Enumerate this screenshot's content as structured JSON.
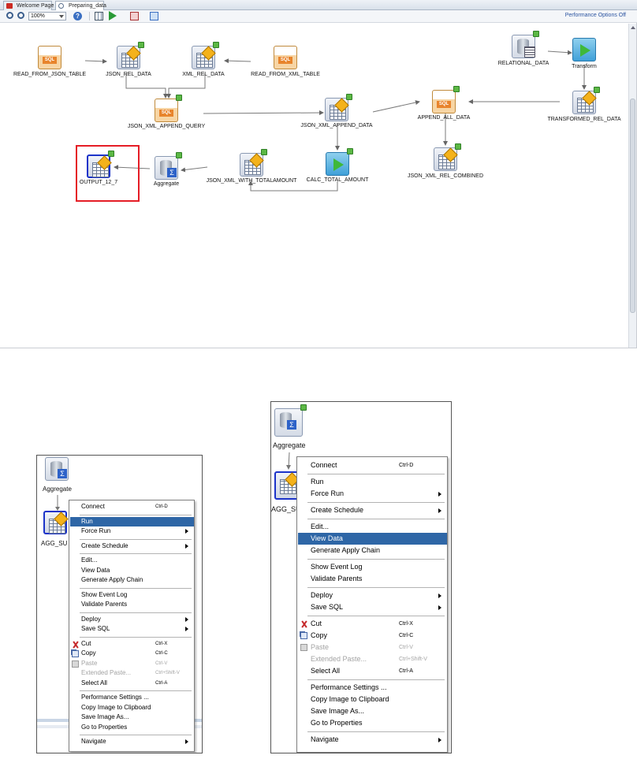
{
  "tabs": [
    {
      "label": "Welcome Page",
      "active": false
    },
    {
      "label": "Preparing_data",
      "active": true
    }
  ],
  "toolbar": {
    "zoom": "100%",
    "performance_link": "Performance Options Off",
    "help_glyph": "?"
  },
  "nodes": {
    "read_from_json_table": "READ_FROM_JSON_TABLE",
    "json_rel_data": "JSON_REL_DATA",
    "xml_rel_data": "XML_REL_DATA",
    "read_from_xml_table": "READ_FROM_XML_TABLE",
    "relational_data": "RELATIONAL_DATA",
    "transform": "Transform",
    "json_xml_append_query": "JSON_XML_APPEND_QUERY",
    "json_xml_append_data": "JSON_XML_APPEND_DATA",
    "append_all_data": "APPEND_ALL_DATA",
    "transformed_rel_data": "TRANSFORMED_REL_DATA",
    "output_12_7": "OUTPUT_12_7",
    "aggregate": "Aggregate",
    "json_xml_with_totalamount": "JSON_XML_WITH_TOTALAMOUNT",
    "calc_total_amount": "CALC_TOTAL_AMOUNT",
    "json_xml_rel_combined": "JSON_XML_REL_COMBINED"
  },
  "zoom_panels": {
    "aggregate_label": "Aggregate",
    "agg_node_label_left": "AGG_SU",
    "agg_node_label_right": "AGG_SU"
  },
  "menu_left": {
    "items": [
      {
        "label": "Connect",
        "shortcut": "Ctrl-D"
      },
      {
        "label": "Run",
        "highlighted": true
      },
      {
        "label": "Force Run",
        "submenu": true
      },
      {
        "label": "Create Schedule",
        "submenu": true
      },
      {
        "label": "Edit..."
      },
      {
        "label": "View Data"
      },
      {
        "label": "Generate Apply Chain"
      },
      {
        "label": "Show Event Log"
      },
      {
        "label": "Validate Parents"
      },
      {
        "label": "Deploy",
        "submenu": true
      },
      {
        "label": "Save SQL",
        "submenu": true
      },
      {
        "label": "Cut",
        "shortcut": "Ctrl-X",
        "icon": "cut-icon"
      },
      {
        "label": "Copy",
        "shortcut": "Ctrl-C",
        "icon": "copy-icon"
      },
      {
        "label": "Paste",
        "shortcut": "Ctrl-V",
        "icon": "paste-icon",
        "disabled": true
      },
      {
        "label": "Extended Paste...",
        "shortcut": "Ctrl+Shift-V",
        "disabled": true
      },
      {
        "label": "Select All",
        "shortcut": "Ctrl-A"
      },
      {
        "label": "Performance Settings ..."
      },
      {
        "label": "Copy Image to Clipboard"
      },
      {
        "label": "Save Image As..."
      },
      {
        "label": "Go to Properties"
      },
      {
        "label": "Navigate",
        "submenu": true
      }
    ]
  },
  "menu_right": {
    "items": [
      {
        "label": "Connect",
        "shortcut": "Ctrl-D"
      },
      {
        "label": "Run"
      },
      {
        "label": "Force Run",
        "submenu": true
      },
      {
        "label": "Create Schedule",
        "submenu": true
      },
      {
        "label": "Edit..."
      },
      {
        "label": "View Data",
        "highlighted": true
      },
      {
        "label": "Generate Apply Chain"
      },
      {
        "label": "Show Event Log"
      },
      {
        "label": "Validate Parents"
      },
      {
        "label": "Deploy",
        "submenu": true
      },
      {
        "label": "Save SQL",
        "submenu": true
      },
      {
        "label": "Cut",
        "shortcut": "Ctrl-X",
        "icon": "cut-icon"
      },
      {
        "label": "Copy",
        "shortcut": "Ctrl-C",
        "icon": "copy-icon"
      },
      {
        "label": "Paste",
        "shortcut": "Ctrl-V",
        "icon": "paste-icon",
        "disabled": true
      },
      {
        "label": "Extended Paste...",
        "shortcut": "Ctrl+Shift-V",
        "disabled": true
      },
      {
        "label": "Select All",
        "shortcut": "Ctrl-A"
      },
      {
        "label": "Performance Settings ..."
      },
      {
        "label": "Copy Image to Clipboard"
      },
      {
        "label": "Save Image As..."
      },
      {
        "label": "Go to Properties"
      },
      {
        "label": "Navigate",
        "submenu": true
      }
    ]
  },
  "colors": {
    "menu_highlight": "#2e66a6",
    "selection_outline": "#1b33c9",
    "annotation_box": "#e51d26",
    "status_ok": "#5cb845"
  }
}
